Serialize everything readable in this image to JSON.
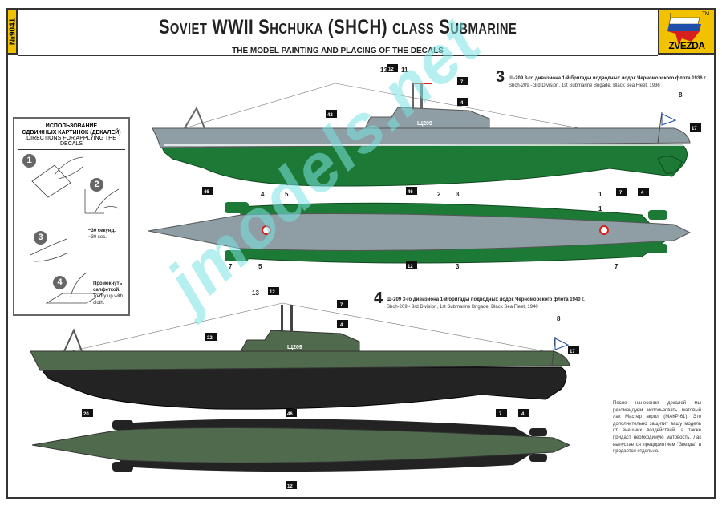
{
  "header": {
    "kit_number": "№9041",
    "title": "Soviet WWII Shchuka (SHCH) class Submarine",
    "subtitle": "THE MODEL PAINTING AND PLACING OF THE DECALS",
    "brand": "ZVEZDA",
    "trademark": "TM"
  },
  "instructions": {
    "heading_ru_1": "ИСПОЛЬЗОВАНИЕ",
    "heading_ru_2": "СДВИЖНЫХ КАРТИНОК (ДЕКАЛЕЙ)",
    "heading_en": "DIRECTIONS FOR APPLYING THE DECALS",
    "steps": [
      "1",
      "2",
      "3",
      "4"
    ],
    "step2_ru": "~30 секунд.",
    "step2_en": "~30 sec.",
    "step4_ru_1": "Промокнуть",
    "step4_ru_2": "салфеткой.",
    "step4_en_1": "To dry up with",
    "step4_en_2": "cloth."
  },
  "scheme3": {
    "number": "3",
    "ru": "Щ-209  3-го дивизиона 1-й бригады подводных лодок Черноморского флота 1936 г.",
    "en": "Shch-209 - 3rd Division, 1st Submarine Brigade, Black Sea Fleet, 1936",
    "hull_number": "Щ209",
    "side_labels": [
      "13",
      "11",
      "8",
      "5",
      "3",
      "1"
    ],
    "side_stars": [
      "12",
      "7",
      "4",
      "42",
      "17",
      "7",
      "4"
    ],
    "top_labels": [
      "4",
      "2",
      "1",
      "7",
      "5",
      "3",
      "7"
    ],
    "top_stars": [
      "46",
      "46",
      "12"
    ]
  },
  "scheme4": {
    "number": "4",
    "ru": "Щ-209  3-го дивизиона 1-й бригады подводных лодок Черноморского флота 1940 г.",
    "en": "Shch-209 - 3rd Division, 1st Submarine Brigade, Black Sea Fleet, 1940",
    "hull_number": "Щ209",
    "side_labels": [
      "13",
      "8"
    ],
    "side_stars": [
      "12",
      "7",
      "4",
      "22",
      "17",
      "7",
      "4"
    ],
    "top_stars": [
      "20",
      "46",
      "12"
    ]
  },
  "varnish_note": "После нанесения декалей мы рекомендуем использовать матовый лак Мастер акрил (МАКР-61). Это дополнительно защитит вашу модель от внешних воздействий, а также придаст необходимую матовость. Лак выпускается предприятием \"Звезда\" и продается отдельно.",
  "watermark": "jmodels.net",
  "colors": {
    "yellow": "#f2c200",
    "grey_hull": "#8e9ea4",
    "green_hull": "#1d7a36",
    "olive_hull": "#4f6a4c",
    "black_hull": "#232323"
  }
}
